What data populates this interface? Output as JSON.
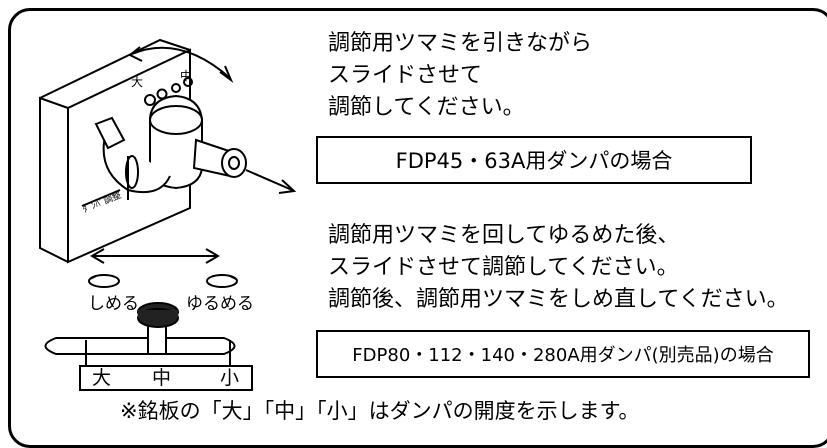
{
  "instruction_a": {
    "lines": [
      "調節用ツマミを引きながら",
      "スライドさせて",
      "調節してください。"
    ],
    "label": "FDP45・63A用ダンパの場合"
  },
  "instruction_b": {
    "lines": [
      "調節用ツマミを回してゆるめた後、",
      "スライドさせて調節してください。",
      "調節後、調節用ツマミをしめ直してください。"
    ],
    "label": "FDP80・112・140・280A用ダンパ(別売品)の場合"
  },
  "diagram_a": {
    "nameplate_small": "大",
    "nameplate_mid": "中",
    "tape_label": "ﾀﾞﾝﾊﾟ調整"
  },
  "diagram_b": {
    "tighten_label": "しめる",
    "loosen_label": "ゆるめる",
    "scale": [
      "大",
      "中",
      "小"
    ]
  },
  "footnote": "※銘板の「大」「中」「小」はダンパの開度を示します。"
}
